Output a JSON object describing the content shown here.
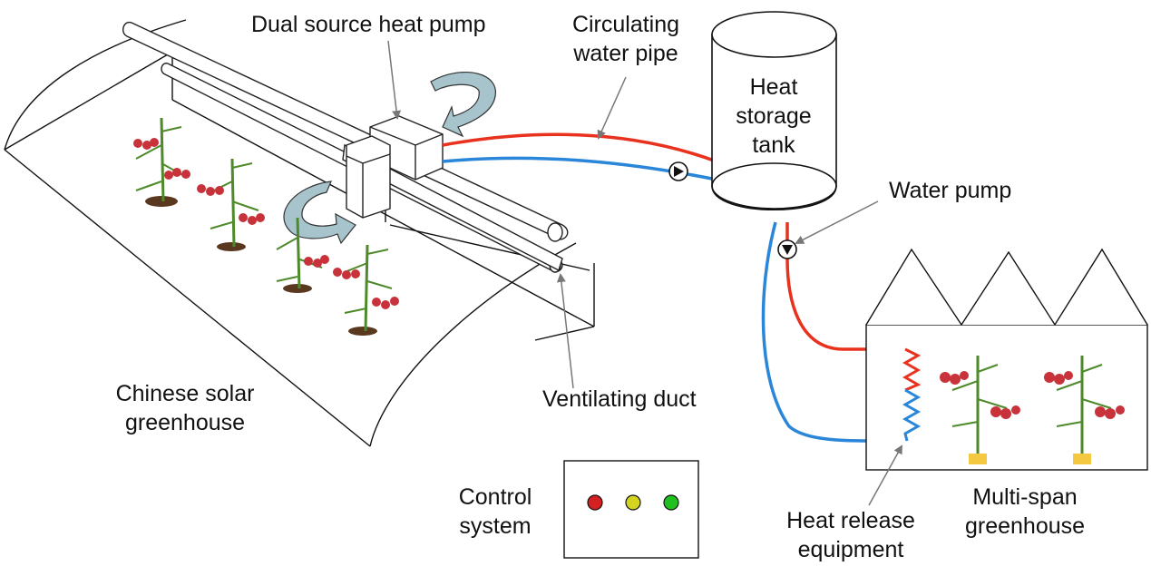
{
  "labels": {
    "dual_source_heat_pump": "Dual source heat pump",
    "circulating_pipe_line1": "Circulating",
    "circulating_pipe_line2": "water pipe",
    "tank_line1": "Heat",
    "tank_line2": "storage",
    "tank_line3": "tank",
    "water_pump": "Water pump",
    "ventilating_duct": "Ventilating duct",
    "solar_line1": "Chinese solar",
    "solar_line2": "greenhouse",
    "control_line1": "Control",
    "control_line2": "system",
    "heat_release_line1": "Heat release",
    "heat_release_line2": "equipment",
    "multispan_line1": "Multi-span",
    "multispan_line2": "greenhouse"
  },
  "colors": {
    "hot_pipe": "#e8321e",
    "cold_pipe": "#2a86d8",
    "airflow_arrow": "#a7c4cc",
    "plant_stem": "#4e8a2a",
    "tomato": "#c8323a",
    "soil": "#5a3820",
    "light_red": "#d42020",
    "light_yellow": "#d4d420",
    "light_green": "#20c020",
    "pot": "#f5c842"
  }
}
